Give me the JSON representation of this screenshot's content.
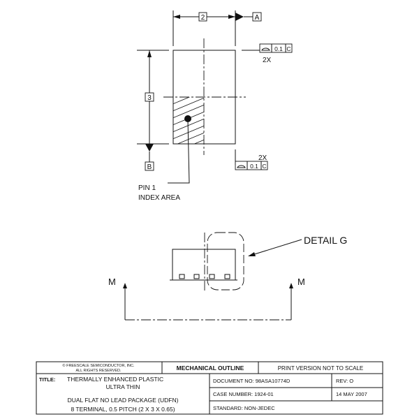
{
  "top_view": {
    "dim_width": "2",
    "dim_height": "3",
    "datum_a": "A",
    "datum_b": "B",
    "tolerance_top": {
      "value": "0.1",
      "datum": "C",
      "count": "2X"
    },
    "tolerance_bottom": {
      "value": "0.1",
      "datum": "C",
      "count": "2X"
    },
    "pin1_label_line1": "PIN 1",
    "pin1_label_line2": "INDEX AREA"
  },
  "side_view": {
    "detail_label": "DETAIL G",
    "section_left": "M",
    "section_right": "M"
  },
  "title_block": {
    "copyright_line1": "© FREESCALE SEMICONDUCTOR, INC.",
    "copyright_line2": "ALL RIGHTS RESERVED.",
    "mechanical_outline": "MECHANICAL OUTLINE",
    "print_version": "PRINT VERSION NOT TO SCALE",
    "title_label": "TITLE:",
    "title_line1": "THERMALLY ENHANCED PLASTIC",
    "title_line2": "ULTRA THIN",
    "title_line3": "DUAL FLAT NO LEAD PACKAGE (UDFN)",
    "title_line4": "8 TERMINAL, 0.5 PITCH (2 X 3 X 0.65)",
    "document_no": "DOCUMENT NO: 98ASA10774D",
    "rev": "REV: O",
    "case_number": "CASE NUMBER: 1924-01",
    "date": "14 MAY 2007",
    "standard": "STANDARD: NON-JEDEC"
  }
}
